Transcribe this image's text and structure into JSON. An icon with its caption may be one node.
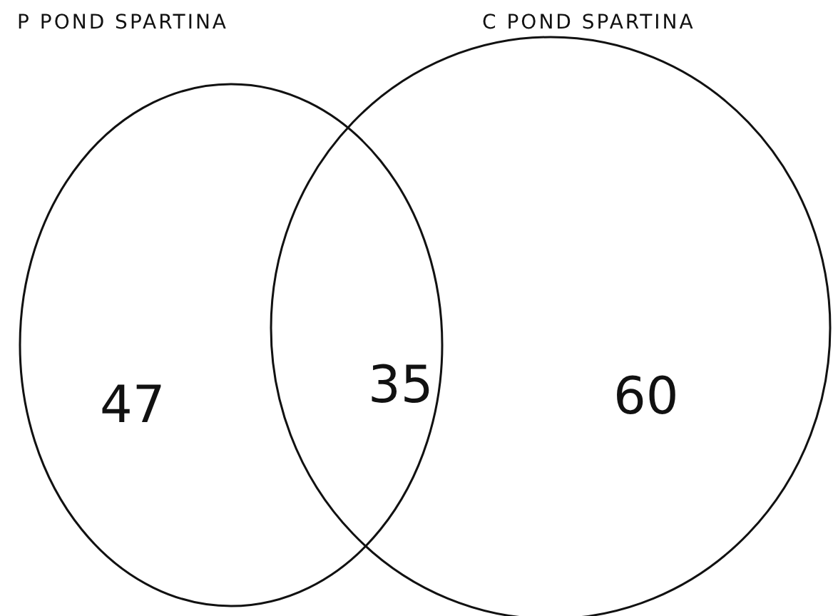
{
  "diagram": {
    "nodes": [
      {
        "text": [
          "P POND SPARTINA",
          "47"
        ]
      },
      {
        "text": [
          "C POND SPARTINA",
          "60"
        ]
      }
    ],
    "edges": [],
    "labels": [
      "35"
    ]
  }
}
